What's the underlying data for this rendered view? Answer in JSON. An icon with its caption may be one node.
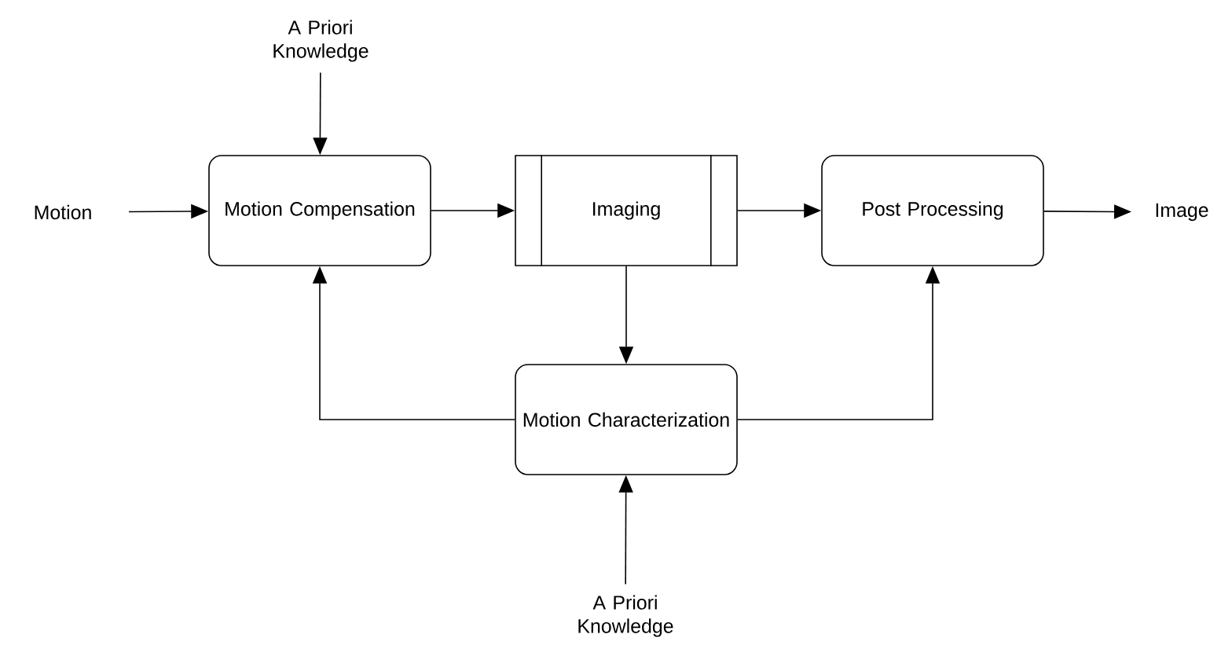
{
  "diagram": {
    "nodes": [
      {
        "text": [
          "A Priori Knowledge"
        ]
      },
      {
        "text": [
          "Motion"
        ]
      },
      {
        "text": [
          "Motion Compensation"
        ]
      },
      {
        "text": [
          "Imaging"
        ]
      },
      {
        "text": [
          "Post Processing"
        ]
      },
      {
        "text": [
          "Image"
        ]
      },
      {
        "text": [
          "Motion Characterization"
        ]
      },
      {
        "text": [
          "A Priori Knowledge"
        ]
      }
    ],
    "edges": [
      {
        "from": 0,
        "to": 2,
        "arrow": "to"
      },
      {
        "from": 1,
        "to": 2,
        "arrow": "to"
      },
      {
        "from": 2,
        "to": 3,
        "arrow": "to"
      },
      {
        "from": 3,
        "to": 4,
        "arrow": "to"
      },
      {
        "from": 4,
        "to": 5,
        "arrow": "to"
      },
      {
        "from": 3,
        "to": 6,
        "arrow": "to"
      },
      {
        "from": 6,
        "to": 2,
        "arrow": "to"
      },
      {
        "from": 6,
        "to": 4,
        "arrow": "to"
      },
      {
        "from": 7,
        "to": 6,
        "arrow": "to"
      }
    ]
  }
}
